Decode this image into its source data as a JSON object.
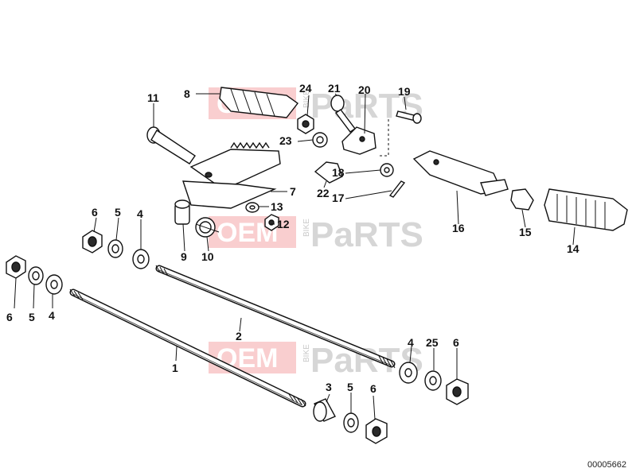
{
  "watermark": {
    "brand_left": "OEM",
    "brand_small": "BIKE",
    "brand_right": "PaRTS"
  },
  "callouts": {
    "c1": "1",
    "c2": "2",
    "c3": "3",
    "c4a": "4",
    "c4b": "4",
    "c4c": "4",
    "c5a": "5",
    "c5b": "5",
    "c5c": "5",
    "c6a": "6",
    "c6b": "6",
    "c6c": "6",
    "c6d": "6",
    "c7": "7",
    "c8": "8",
    "c9": "9",
    "c10": "10",
    "c11": "11",
    "c12": "12",
    "c13": "13",
    "c14": "14",
    "c15": "15",
    "c16": "16",
    "c17": "17",
    "c18": "18",
    "c19": "19",
    "c20": "20",
    "c21": "21",
    "c22": "22",
    "c23": "23",
    "c24": "24",
    "c25": "25"
  },
  "footer": {
    "drawing_code": "00005662"
  }
}
